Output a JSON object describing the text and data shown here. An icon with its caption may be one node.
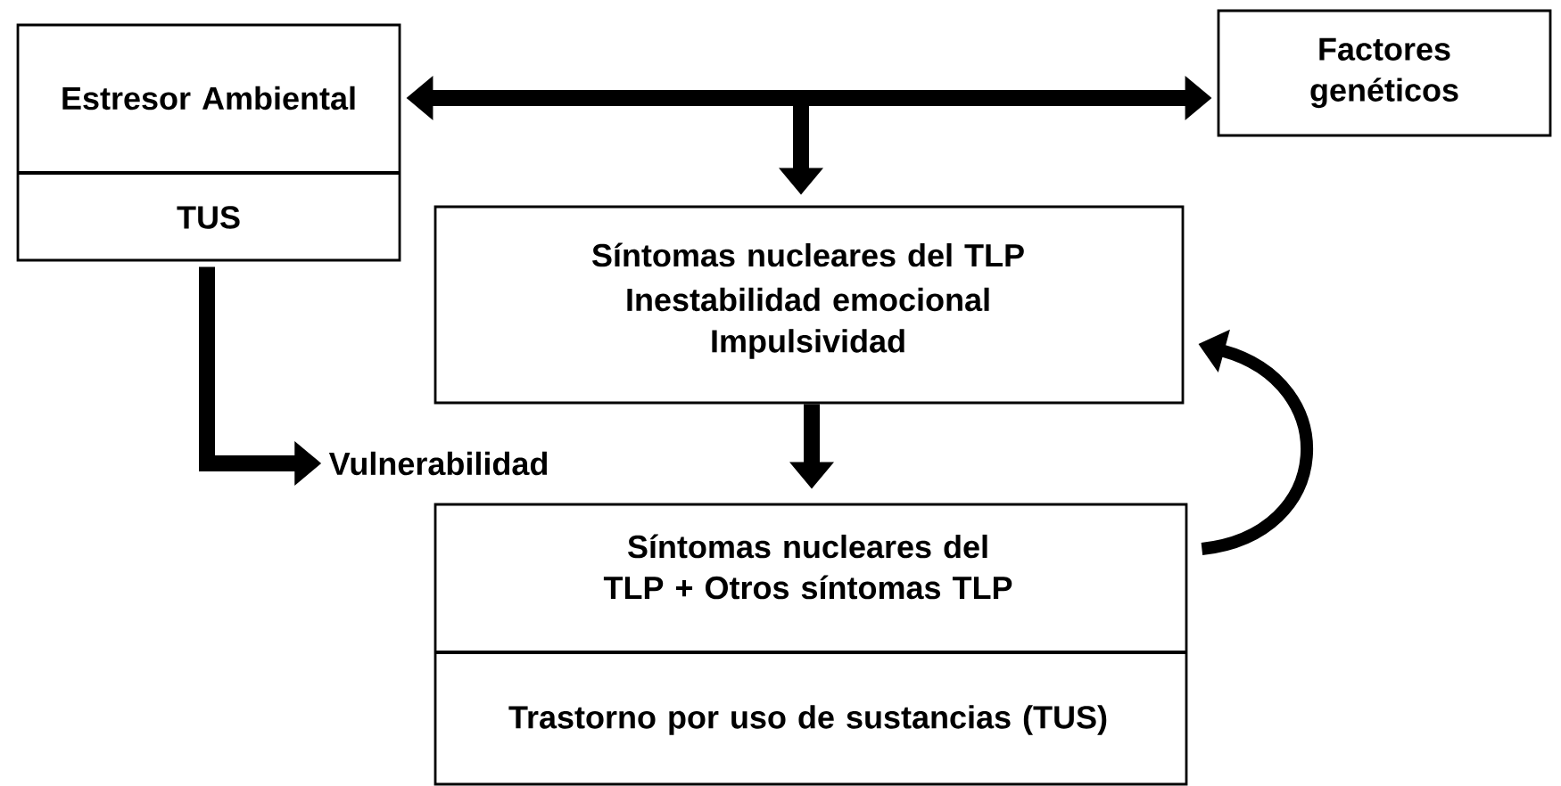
{
  "diagram": {
    "nodes": [
      {
        "text": [
          "Estresor Ambiental",
          "TUS"
        ]
      },
      {
        "text": [
          "Factores genéticos"
        ]
      },
      {
        "text": [
          "Síntomas nucleares del TLP",
          "Inestabilidad emocional",
          "Impulsividad"
        ]
      },
      {
        "text": [
          "Síntomas nucleares del TLP + Otros síntomas TLP",
          "Trastorno por uso de sustancias (TUS)"
        ]
      },
      {
        "text": [
          "Vulnerabilidad"
        ]
      }
    ],
    "edges": [
      {
        "from": 0,
        "to": 1,
        "arrow": "both"
      },
      {
        "from": null,
        "to": 2,
        "arrow": "to"
      },
      {
        "from": 2,
        "to": 3,
        "arrow": "to"
      },
      {
        "from": 3,
        "to": 2,
        "arrow": "to"
      },
      {
        "from": 0,
        "to": 4,
        "arrow": "to"
      }
    ]
  }
}
